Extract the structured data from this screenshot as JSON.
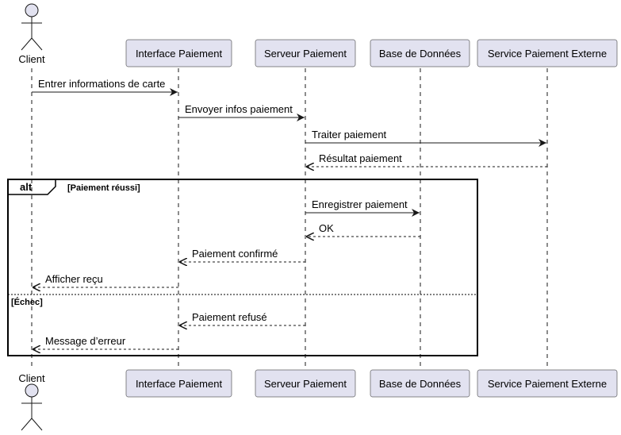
{
  "diagram": {
    "type": "sequence",
    "colors": {
      "participant_fill": "#E2E2F0",
      "participant_stroke": "#181818",
      "lifeline": "#181818",
      "arrow": "#181818",
      "text": "#000000",
      "frame": "#000000",
      "divider": "#000000"
    },
    "participants": [
      {
        "id": "client",
        "label": "Client",
        "kind": "actor"
      },
      {
        "id": "ui",
        "label": "Interface Paiement",
        "kind": "participant"
      },
      {
        "id": "server",
        "label": "Serveur Paiement",
        "kind": "participant"
      },
      {
        "id": "db",
        "label": "Base de Données",
        "kind": "participant"
      },
      {
        "id": "ext",
        "label": "Service Paiement Externe",
        "kind": "participant"
      }
    ],
    "messages": [
      {
        "from": "client",
        "to": "ui",
        "label": "Entrer informations de carte",
        "style": "sync"
      },
      {
        "from": "ui",
        "to": "server",
        "label": "Envoyer infos paiement",
        "style": "sync"
      },
      {
        "from": "server",
        "to": "ext",
        "label": "Traiter paiement",
        "style": "sync"
      },
      {
        "from": "ext",
        "to": "server",
        "label": "Résultat paiement",
        "style": "return"
      },
      {
        "from": "server",
        "to": "db",
        "label": "Enregistrer paiement",
        "style": "sync"
      },
      {
        "from": "db",
        "to": "server",
        "label": "OK",
        "style": "return"
      },
      {
        "from": "server",
        "to": "ui",
        "label": "Paiement confirmé",
        "style": "return"
      },
      {
        "from": "ui",
        "to": "client",
        "label": "Afficher reçu",
        "style": "return"
      },
      {
        "from": "server",
        "to": "ui",
        "label": "Paiement refusé",
        "style": "return"
      },
      {
        "from": "ui",
        "to": "client",
        "label": "Message d’erreur",
        "style": "return"
      }
    ],
    "fragment": {
      "keyword": "alt",
      "branches": [
        {
          "guard": "[Paiement réussi]",
          "messages": [
            4,
            5,
            6,
            7
          ]
        },
        {
          "guard": "[Échec]",
          "messages": [
            8,
            9
          ]
        }
      ]
    }
  }
}
